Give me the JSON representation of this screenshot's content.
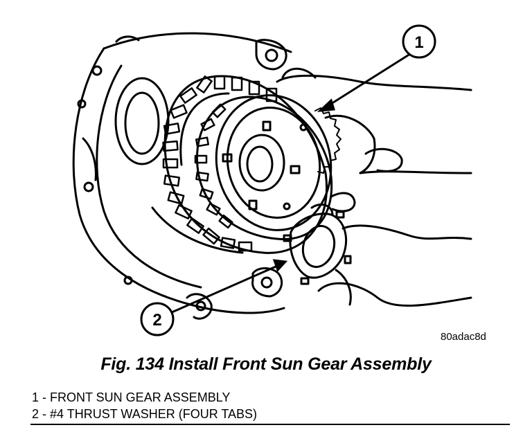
{
  "image_code": "80adac8d",
  "figure_caption": "Fig. 134 Install Front Sun Gear Assembly",
  "callouts": [
    {
      "number": "1"
    },
    {
      "number": "2"
    }
  ],
  "legend": [
    {
      "number": "1",
      "text": " - FRONT SUN GEAR ASSEMBLY"
    },
    {
      "number": "2",
      "text": " - #4 THRUST WASHER (FOUR TABS)"
    }
  ]
}
